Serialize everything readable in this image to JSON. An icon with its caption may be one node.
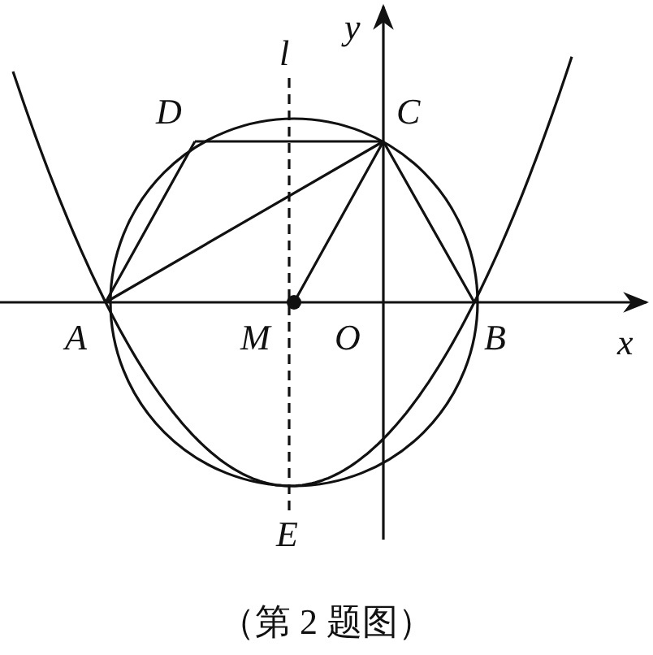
{
  "diagram": {
    "caption": "（第 2 题图）",
    "labels": [
      "l",
      "y",
      "D",
      "C",
      "A",
      "M",
      "O",
      "B",
      "x",
      "E"
    ]
  }
}
